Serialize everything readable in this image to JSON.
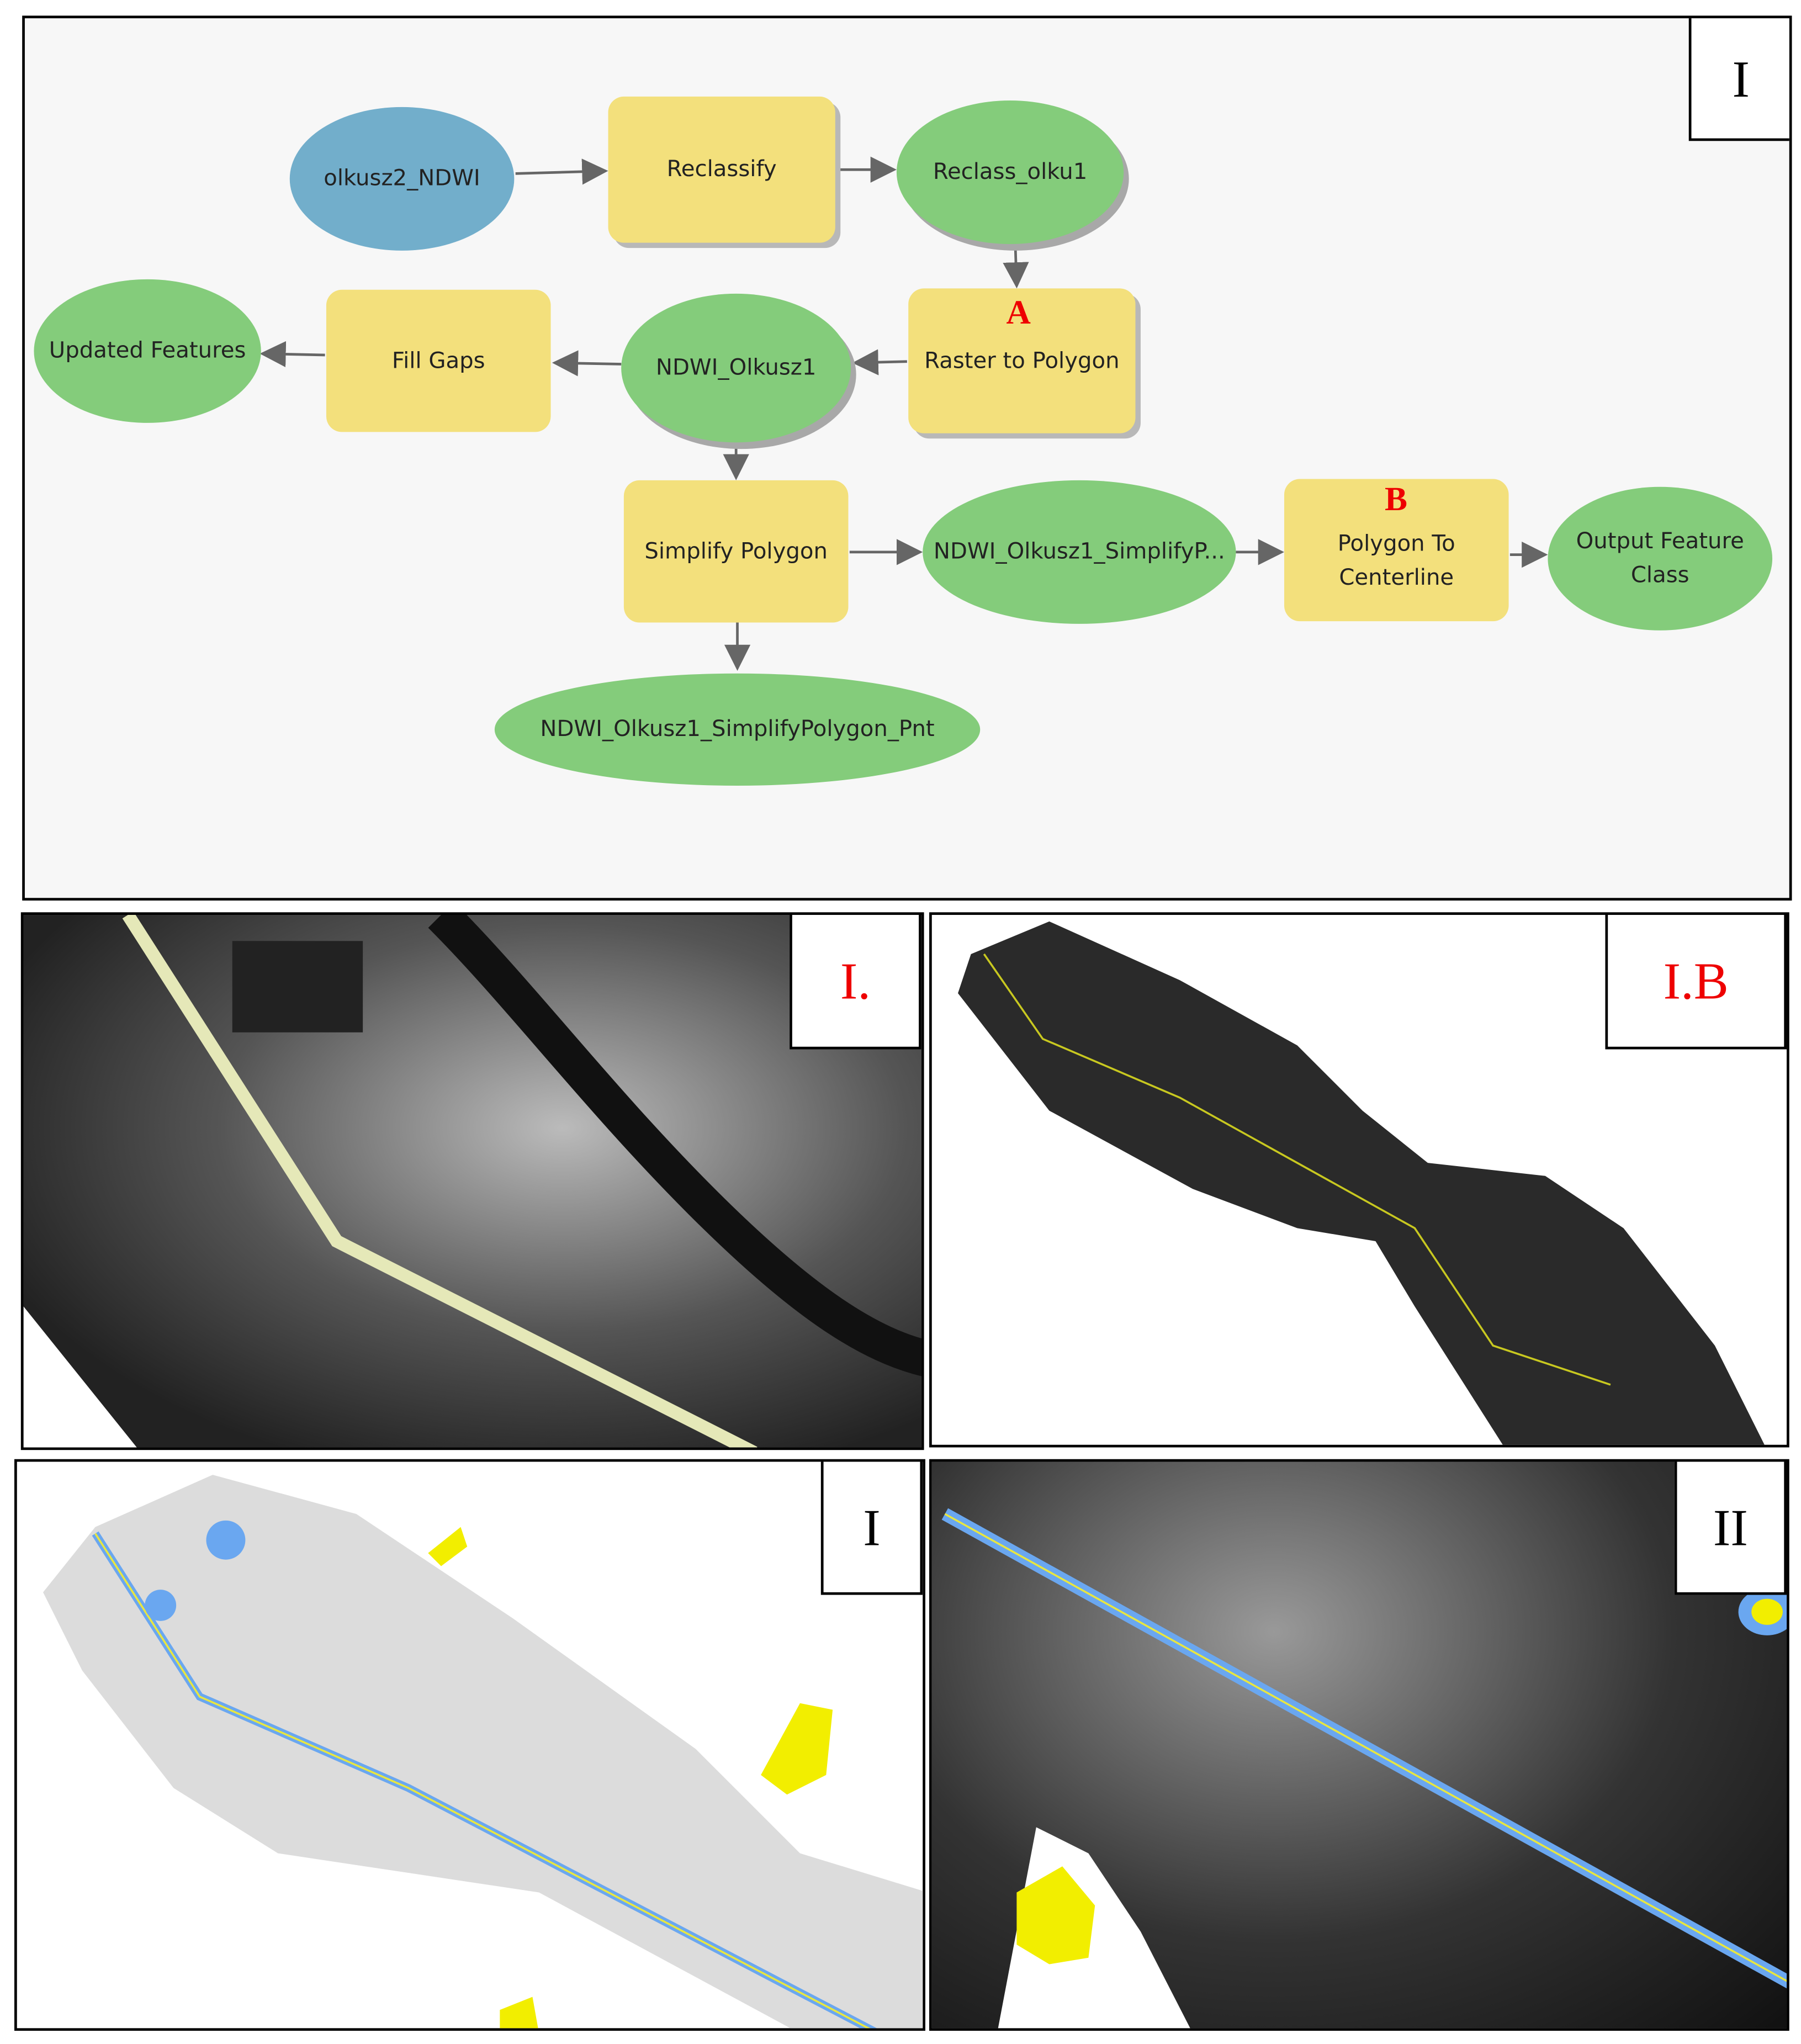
{
  "diagram": {
    "panel_label": "I",
    "nodes": {
      "input": "olkusz2_NDWI",
      "reclassify": "Reclassify",
      "reclass_out": "Reclass_olku1",
      "raster_to_polygon": "Raster to Polygon",
      "ndwi_out": "NDWI_Olkusz1",
      "fill_gaps": "Fill Gaps",
      "updated": "Updated Features",
      "simplify": "Simplify Polygon",
      "simplify_out": "NDWI_Olkusz1_SimplifyP...",
      "centerline": "Polygon To Centerline",
      "output": "Output Feature Class",
      "pnt": "NDWI_Olkusz1_SimplifyPolygon_Pnt"
    },
    "markers": {
      "a": "A",
      "b": "B"
    },
    "colors": {
      "input": "#72aecb",
      "tool": "#f3e07c",
      "data": "#84cc7b",
      "marker": "#e00000"
    }
  },
  "images": [
    {
      "label": "I.",
      "label_color": "#e00000"
    },
    {
      "label": "I.B",
      "label_color": "#e00000"
    },
    {
      "label": "I",
      "label_color": "#000000"
    },
    {
      "label": "II",
      "label_color": "#000000"
    }
  ]
}
